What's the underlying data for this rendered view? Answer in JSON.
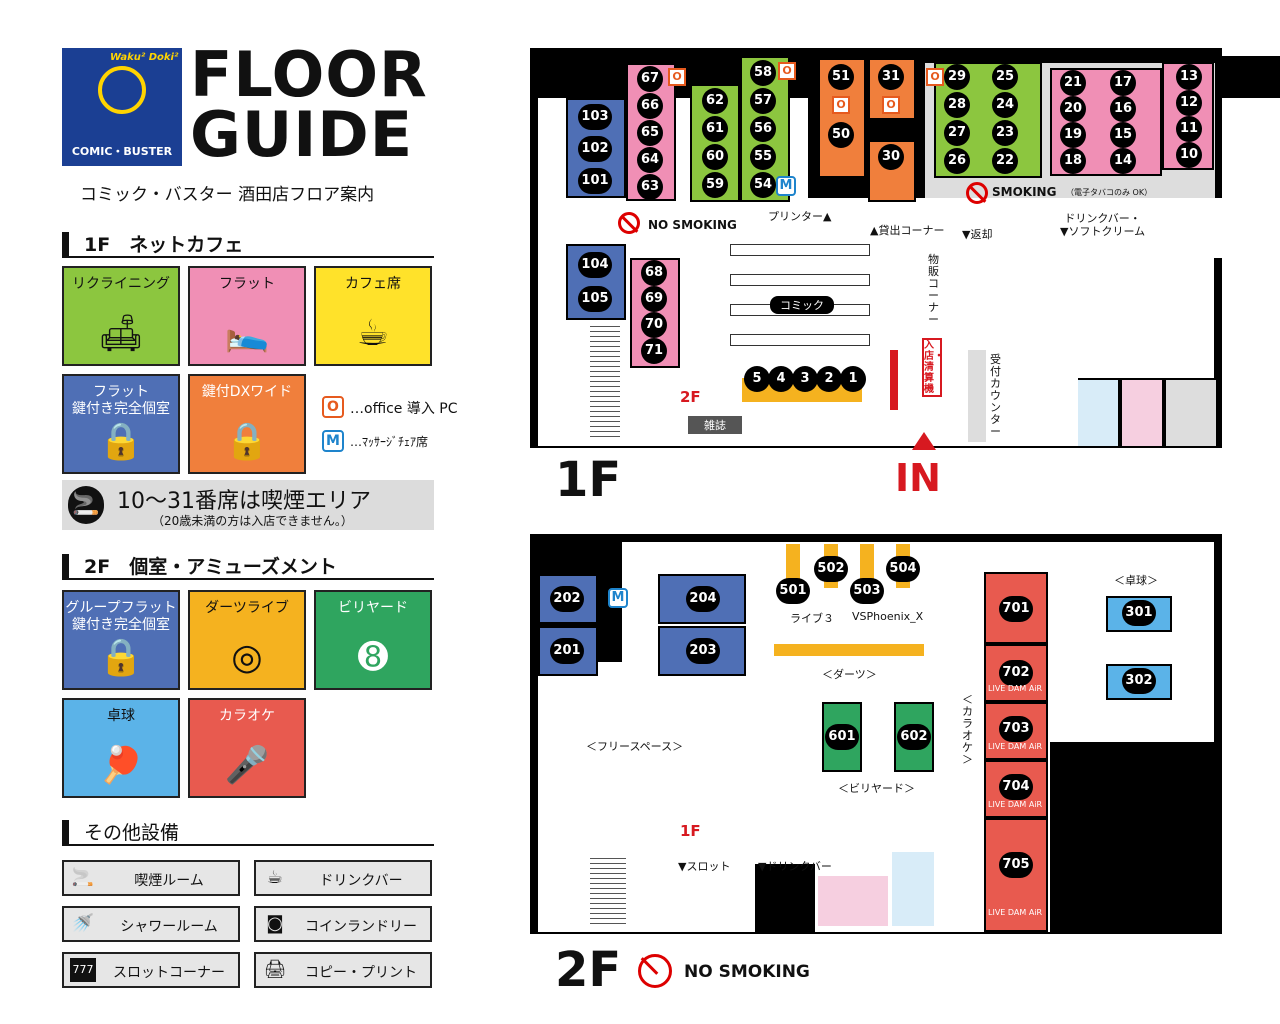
{
  "header": {
    "logo_text": "COMIC・BUSTER",
    "logo_sub": "Waku² Doki²",
    "title_line1": "FLOOR",
    "title_line2": "GUIDE",
    "subtitle": "コミック・バスター 酒田店フロア案内"
  },
  "sections": {
    "f1_title": "1F　ネットカフェ",
    "f2_title": "2F　個室・アミューズメント",
    "other_title": "その他設備"
  },
  "f1_tiles": [
    {
      "label": "リクライニング",
      "color": "#8cc63f"
    },
    {
      "label": "フラット",
      "color": "#f08fb5"
    },
    {
      "label": "カフェ席",
      "color": "#ffe22a"
    },
    {
      "label": "フラット\n鍵付き完全個室",
      "color": "#4f6fb5"
    },
    {
      "label": "鍵付DXワイド",
      "color": "#f07f3c"
    }
  ],
  "legend": {
    "office": "…office 導入 PC",
    "massage": "…ﾏｯｻｰｼﾞﾁｪｱ席"
  },
  "smoking_notice": {
    "line1": "10～31番席は喫煙エリア",
    "line2": "（20歳未満の方は入店できません。）"
  },
  "f2_tiles": [
    {
      "label": "グループフラット\n鍵付き完全個室",
      "color": "#4f6fb5"
    },
    {
      "label": "ダーツライブ",
      "color": "#f5b21f"
    },
    {
      "label": "ビリヤード",
      "color": "#2fa55f"
    },
    {
      "label": "卓球",
      "color": "#5bb3e8"
    },
    {
      "label": "カラオケ",
      "color": "#e85a4f"
    }
  ],
  "facilities": [
    {
      "label": "喫煙ルーム",
      "icon": "smoking-room-icon"
    },
    {
      "label": "ドリンクバー",
      "icon": "drink-bar-icon"
    },
    {
      "label": "シャワールーム",
      "icon": "shower-icon"
    },
    {
      "label": "コインランドリー",
      "icon": "laundry-icon"
    },
    {
      "label": "スロットコーナー",
      "icon": "slot-icon"
    },
    {
      "label": "コピー・プリント",
      "icon": "copier-icon"
    }
  ],
  "floor1": {
    "label": "1F",
    "entrance": "IN",
    "no_smoking": "NO SMOKING",
    "smoking": "SMOKING",
    "smoking_note": "（電子タバコのみ OK）",
    "printer": "プリンター▲",
    "rental": "▲貸出コーナー",
    "return": "▼返却",
    "drink": "ドリンクバー・\n▼ソフトクリーム",
    "sales": "物販コーナー",
    "reception": "受付カウンター",
    "checkout": "入店・清算機",
    "comic": "コミック",
    "magazine": "雑誌",
    "to_2f": "2F"
  },
  "floor2": {
    "label": "2F",
    "no_smoking": "NO SMOKING",
    "free_space": "＜フリースペース＞",
    "darts": "＜ダーツ＞",
    "billiards": "＜ビリヤード＞",
    "pingpong": "＜卓球＞",
    "karaoke": "＜カラオケ＞",
    "slot": "▼スロット",
    "drink": "▼ドリンクバー",
    "live3": "ライブ３",
    "vsphoenix": "VSPhoenix_X",
    "live_dam": "LIVE DAM AiR",
    "to_1f": "1F"
  },
  "seats1f": {
    "blue_top": [
      "103",
      "102",
      "101"
    ],
    "pink_col": [
      "67",
      "66",
      "65",
      "64",
      "63"
    ],
    "green_col1": [
      "62",
      "61",
      "60",
      "59"
    ],
    "green_col2": [
      "58",
      "57",
      "56",
      "55",
      "54"
    ],
    "orange1": [
      "51",
      "50"
    ],
    "orange2": [
      "31",
      "30"
    ],
    "green_right1": [
      "29",
      "28",
      "27",
      "26"
    ],
    "green_right2": [
      "25",
      "24",
      "23",
      "22"
    ],
    "pink_right1": [
      "21",
      "20",
      "19",
      "18"
    ],
    "pink_right2": [
      "17",
      "16",
      "15",
      "14"
    ],
    "pink_right3": [
      "13",
      "12",
      "11",
      "10"
    ],
    "blue_mid": [
      "104",
      "105"
    ],
    "pink_mid": [
      "68",
      "69",
      "70",
      "71"
    ],
    "cafe": [
      "5",
      "4",
      "3",
      "2",
      "1"
    ]
  },
  "seats2f": {
    "rooms_left": [
      "202",
      "201",
      "204",
      "203"
    ],
    "darts": [
      "501",
      "502",
      "503",
      "504"
    ],
    "billiards": [
      "601",
      "602"
    ],
    "pingpong": [
      "301",
      "302"
    ],
    "karaoke": [
      "701",
      "702",
      "703",
      "704",
      "705"
    ]
  }
}
